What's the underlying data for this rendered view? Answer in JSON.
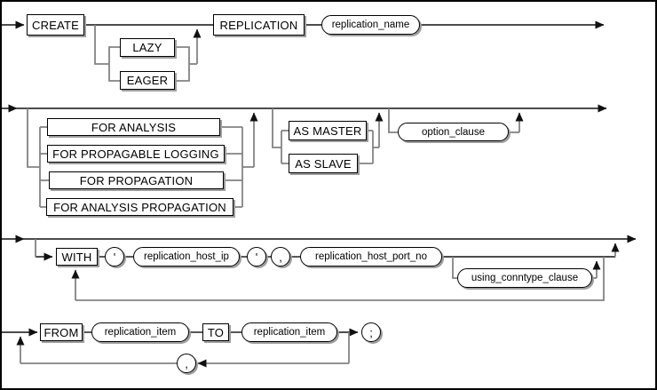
{
  "diagram": {
    "row1": {
      "create": "CREATE",
      "lazy": "LAZY",
      "eager": "EAGER",
      "replication": "REPLICATION",
      "replication_name": "replication_name"
    },
    "row2": {
      "for_analysis": "FOR ANALYSIS",
      "for_propagable_logging": "FOR PROPAGABLE LOGGING",
      "for_propagation": "FOR PROPAGATION",
      "for_analysis_propagation": "FOR ANALYSIS PROPAGATION",
      "as_master": "AS MASTER",
      "as_slave": "AS SLAVE",
      "option_clause": "option_clause"
    },
    "row3": {
      "with_kw": "WITH",
      "quote_open": "'",
      "replication_host_ip": "replication_host_ip",
      "quote_close": "'",
      "comma": ",",
      "replication_host_port_no": "replication_host_port_no",
      "using_conntype_clause": "using_conntype_clause"
    },
    "row4": {
      "from_kw": "FROM",
      "replication_item_1": "replication_item",
      "to_kw": "TO",
      "replication_item_2": "replication_item",
      "semicolon": ";",
      "comma_loop": ","
    },
    "colors": {
      "main_line": "#111111",
      "branch_line": "#838383",
      "node_border": "#000000",
      "node_fill": "#ffffff",
      "shadow": "#9e9e9e",
      "background": "#ffffff"
    }
  }
}
